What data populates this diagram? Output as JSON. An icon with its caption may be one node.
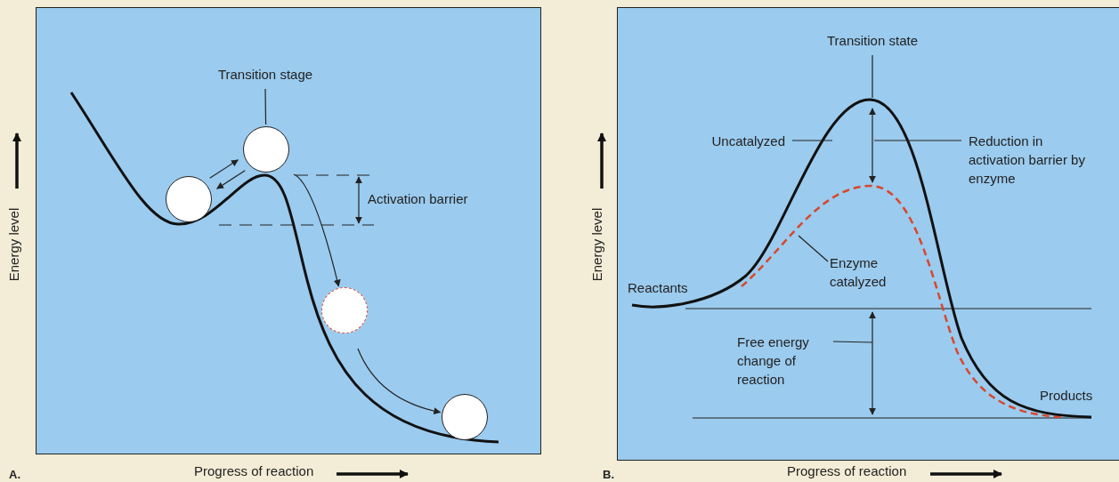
{
  "diagram": {
    "nodes": [
      {
        "text": [
          "Transition stage"
        ]
      },
      {
        "text": [],
        "shape": "circle"
      },
      {
        "text": [],
        "shape": "circle"
      },
      {
        "text": [],
        "shape": "circle"
      },
      {
        "text": [],
        "shape": "circle"
      },
      {
        "text": [
          "Transition state"
        ]
      },
      {
        "text": [
          "Uncatalyzed"
        ]
      },
      {
        "text": [
          "Reduction in activation barrier by enzyme"
        ]
      },
      {
        "text": [
          "Enzyme catalyzed"
        ]
      },
      {
        "text": [
          "Free energy change of reaction"
        ]
      }
    ],
    "edges": [
      {
        "from": 0,
        "to": 2,
        "arrow": "none"
      },
      {
        "from": 1,
        "to": 2,
        "arrow": "to"
      },
      {
        "from": 2,
        "to": 1,
        "arrow": "to"
      },
      {
        "from": 2,
        "to": 3,
        "arrow": "to"
      },
      {
        "from": 3,
        "to": 4,
        "arrow": "to"
      },
      {
        "from": 5,
        "to": null,
        "arrow": "none"
      },
      {
        "from": 6,
        "to": null,
        "arrow": "none"
      },
      {
        "from": 7,
        "to": null,
        "arrow": "none"
      },
      {
        "from": 8,
        "to": null,
        "arrow": "none"
      },
      {
        "from": 9,
        "to": null,
        "arrow": "none"
      }
    ],
    "labels": [
      "Energy level",
      "Activation barrier",
      "A.",
      "Progress of reaction",
      "Energy level",
      "Reactants",
      "Products",
      "B.",
      "Progress of reaction"
    ]
  }
}
